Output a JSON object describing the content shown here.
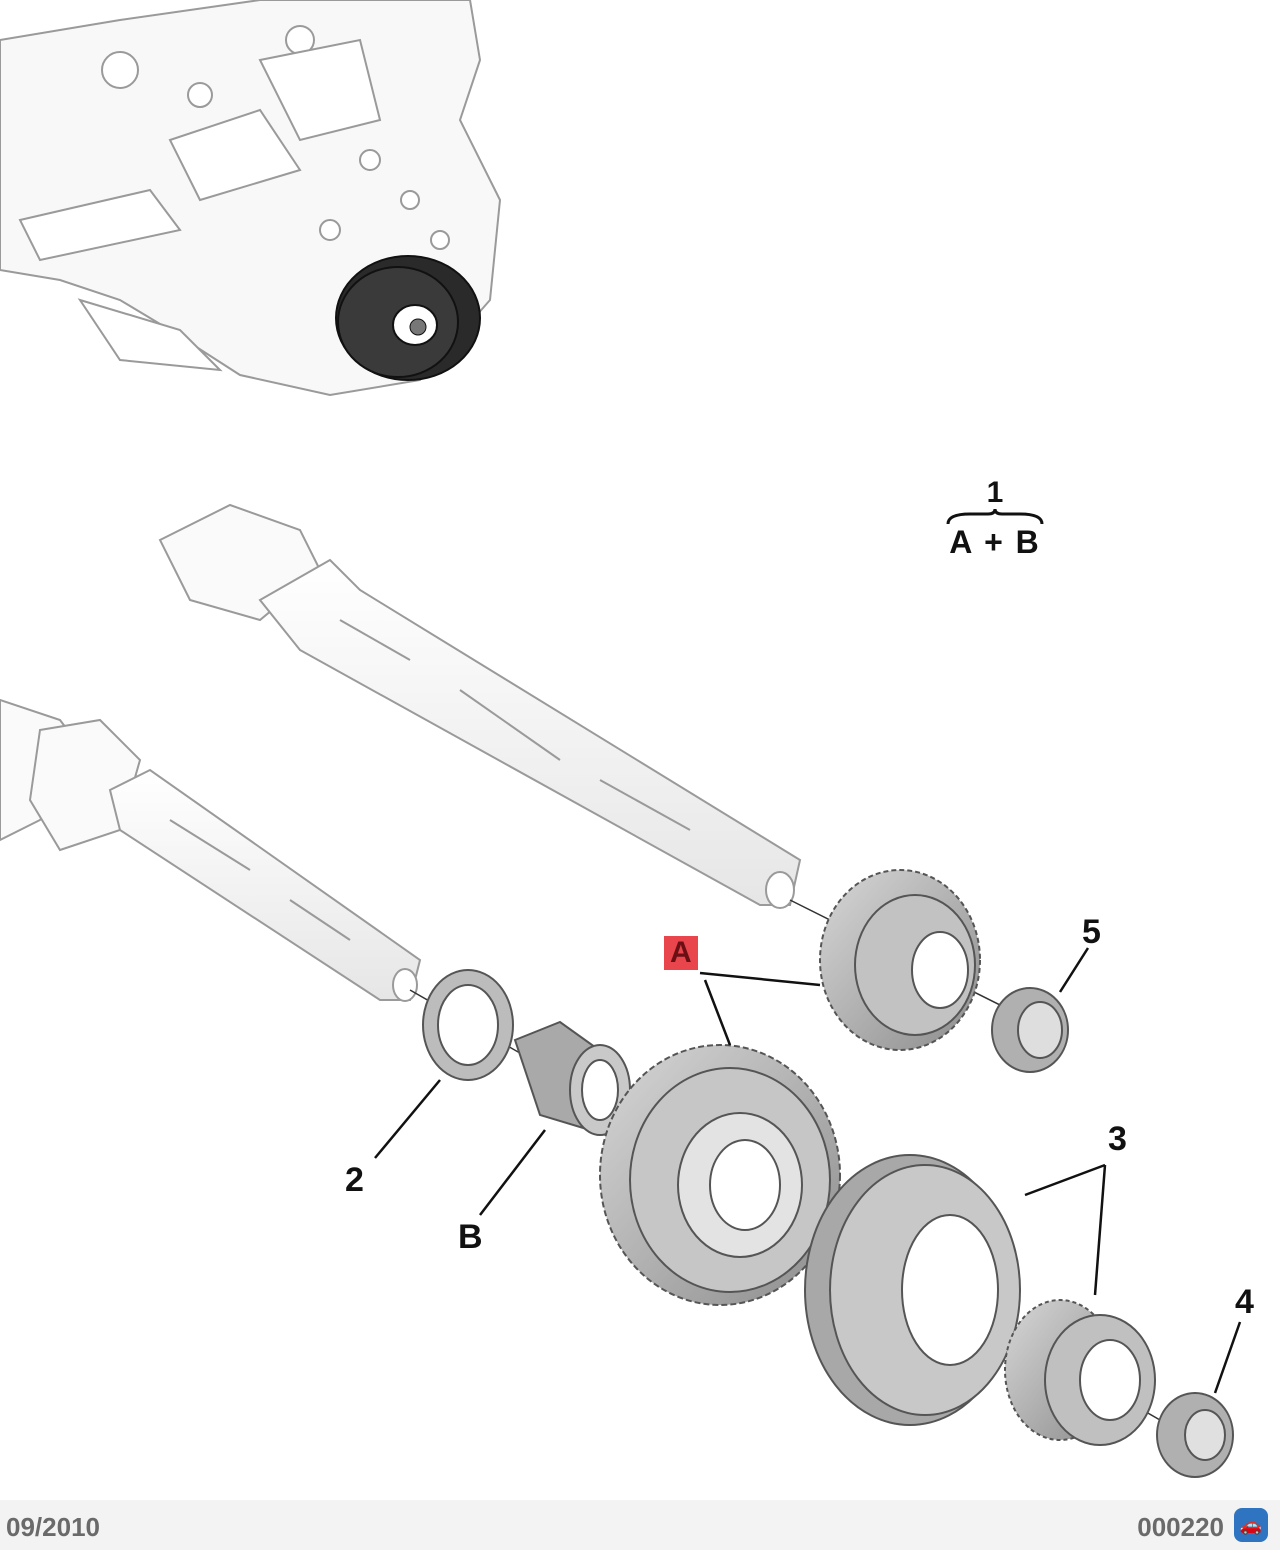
{
  "callouts": {
    "part_1": "1",
    "formula": "A + B",
    "part_A": "A",
    "part_2": "2",
    "part_B": "B",
    "part_3": "3",
    "part_4": "4",
    "part_5": "5"
  },
  "footer": {
    "date": "09/2010",
    "code": "000220"
  },
  "colors": {
    "highlight": "#e8454d",
    "dark_part": "#2a2a2a",
    "gear_gray": "#b8b8b8",
    "line_art": "#8a8a8a"
  },
  "icons": {
    "badge": "car-icon"
  }
}
